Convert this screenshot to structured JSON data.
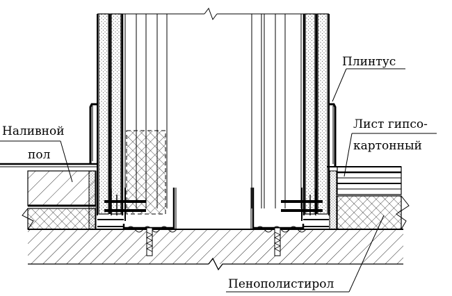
{
  "labels": {
    "floor_line1": "Наливной",
    "floor_line2": "пол",
    "baseboard": "Плинтус",
    "gypsum_line1": "Лист гипсо-",
    "gypsum_line2": "картонный",
    "foam": "Пенополистирол"
  }
}
